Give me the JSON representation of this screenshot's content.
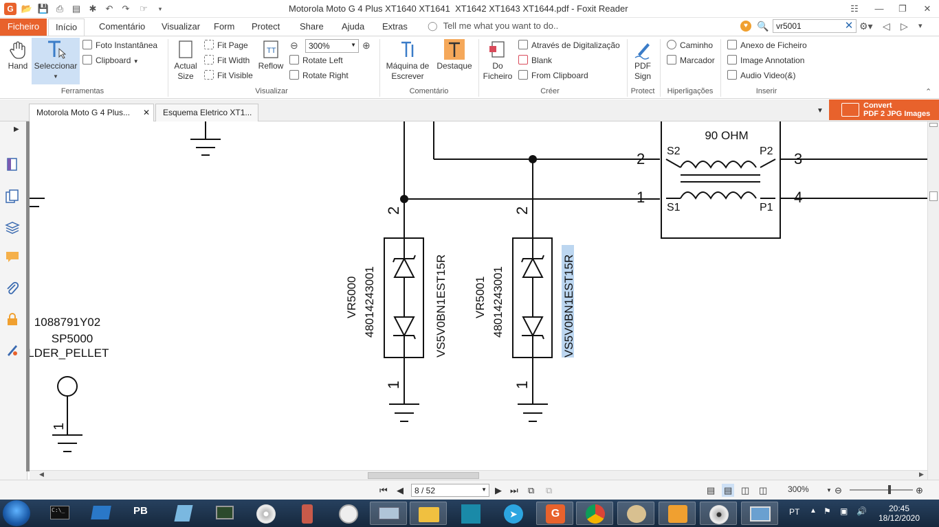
{
  "window": {
    "title": "Motorola Moto G 4 Plus XT1640 XT1641  XT1642 XT1643 XT1644.pdf - Foxit Reader",
    "app_logo": "G",
    "search_value": "vr5001"
  },
  "ribbon_tabs": {
    "file": "Ficheiro",
    "items": [
      "Início",
      "Comentário",
      "Visualizar",
      "Form",
      "Protect",
      "Share",
      "Ajuda",
      "Extras"
    ],
    "tell_me": "Tell me what you want to do.."
  },
  "ribbon": {
    "hand": "Hand",
    "select": "Seleccionar",
    "snapshot": "Foto Instantânea",
    "clipboard": "Clipboard",
    "group_tools": "Ferramentas",
    "actual_size": [
      "Actual",
      "Size"
    ],
    "fit_page": "Fit Page",
    "fit_width": "Fit Width",
    "fit_visible": "Fit Visible",
    "reflow": "Reflow",
    "zoom_value": "300%",
    "rotate_left": "Rotate Left",
    "rotate_right": "Rotate Right",
    "group_view": "Visualizar",
    "typewriter": [
      "Máquina de",
      "Escrever"
    ],
    "highlight": "Destaque",
    "group_comment": "Comentário",
    "from_file": [
      "Do",
      "Ficheiro"
    ],
    "scan": "Através de Digitalização",
    "blank": "Blank",
    "from_clipboard": "From Clipboard",
    "group_create": "Créer",
    "pdf_sign": [
      "PDF",
      "Sign"
    ],
    "group_protect": "Protect",
    "path": "Caminho",
    "bookmark": "Marcador",
    "group_links": "Hiperligações",
    "file_attach": "Anexo de Ficheiro",
    "image_annotation": "Image Annotation",
    "audio_video": "Audio  Video(&)",
    "group_insert": "Inserir"
  },
  "doc_tabs": {
    "tab1": "Motorola Moto G 4 Plus...",
    "tab2": "Esquema Eletrico XT1...",
    "convert_line1": "Convert",
    "convert_line2": "PDF 2 JPG Images"
  },
  "schematic": {
    "ohm": "90 OHM",
    "s2": "S2",
    "p2": "P2",
    "s1": "S1",
    "p1": "P1",
    "pin2_left": "2",
    "pin1_left": "1",
    "pin3": "3",
    "pin4": "4",
    "vr5000": "VR5000",
    "vr5000_pn": "48014243001",
    "vr5000_part": "VS5V0BN1EST15R",
    "vr5001": "VR5001",
    "vr5001_pn": "48014243001",
    "vr5001_part": "VS5V0BN1EST15R",
    "d_pin2": "2",
    "d_pin1": "1",
    "sp_line1": "1088791Y02",
    "sp_line2": "SP5000",
    "sp_line3": "OLDER_PELLET",
    "sp_pin": "1"
  },
  "status": {
    "page": "8 / 52",
    "zoom": "300%"
  },
  "taskbar": {
    "lang": "PT",
    "time": "20:45",
    "date": "18/12/2020"
  }
}
